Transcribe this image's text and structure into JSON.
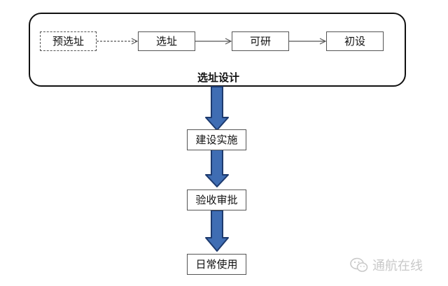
{
  "group": {
    "title": "选址设计",
    "stages": [
      "预选址",
      "选址",
      "可研",
      "初设"
    ]
  },
  "phases": [
    "建设实施",
    "验收审批",
    "日常使用"
  ],
  "watermark": {
    "text": "通航在线",
    "icon": "wechat-icon"
  },
  "colors": {
    "arrow_fill": "#3f6db3",
    "arrow_stroke": "#1d3a6e",
    "line": "#555555",
    "watermark": "#c9c9c9"
  }
}
